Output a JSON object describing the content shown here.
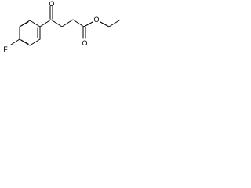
{
  "diagram": {
    "type": "chemical-structure",
    "atoms": {
      "fluorine": "F",
      "ketone_oxygen": "O",
      "ester_carbonyl_oxygen": "O",
      "ester_ether_oxygen": "O"
    },
    "colors": {
      "bond": "#000000",
      "label": "#000000",
      "background": "#ffffff"
    }
  }
}
